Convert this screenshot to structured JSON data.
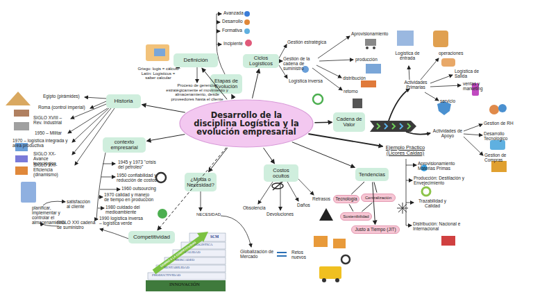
{
  "diagram": {
    "nodes": [
      {
        "text": [
          "Definición"
        ]
      },
      {
        "text": [
          "Etapas de Evolución"
        ]
      },
      {
        "text": [
          "Ciclos Logísticos"
        ]
      },
      {
        "text": [
          "Historia"
        ]
      },
      {
        "text": [
          "Desarrollo de la disciplina Logística y la evolución empresarial"
        ]
      },
      {
        "text": [
          "Cadena de Valor"
        ]
      },
      {
        "text": [
          "contexto empresarial"
        ]
      },
      {
        "text": [
          "Ejemplo Práctico (Licores Caldas)"
        ]
      },
      {
        "text": [
          "¿Moda o Necesidad?"
        ]
      },
      {
        "text": [
          "Costos ocultos"
        ]
      },
      {
        "text": [
          "Tendencias"
        ]
      },
      {
        "text": [
          "Tecnología"
        ]
      },
      {
        "text": [
          "Centralización"
        ]
      },
      {
        "text": [
          "Sostenibilidad"
        ]
      },
      {
        "text": [
          "Justo a Tiempo (JIT)"
        ]
      },
      {
        "text": [
          "Competitividad"
        ]
      }
    ],
    "edges": [
      {
        "from": 4,
        "to": 0,
        "arrow": "to"
      },
      {
        "from": 4,
        "to": 1,
        "arrow": "to"
      },
      {
        "from": 4,
        "to": 2,
        "arrow": "to"
      },
      {
        "from": 4,
        "to": 3,
        "arrow": "to"
      },
      {
        "from": 4,
        "to": 5,
        "arrow": "to"
      },
      {
        "from": 4,
        "to": 6,
        "arrow": "to"
      },
      {
        "from": 4,
        "to": 7,
        "arrow": "to"
      },
      {
        "from": 4,
        "to": 8,
        "arrow": "to"
      },
      {
        "from": 4,
        "to": 9,
        "arrow": "to"
      },
      {
        "from": 4,
        "to": 10,
        "arrow": "to"
      },
      {
        "from": 4,
        "to": 15,
        "arrow": "to"
      },
      {
        "from": 10,
        "to": 11,
        "arrow": "none"
      },
      {
        "from": 10,
        "to": 12,
        "arrow": "none"
      },
      {
        "from": 11,
        "to": 13,
        "arrow": "none"
      },
      {
        "from": 12,
        "to": 13,
        "arrow": "none"
      },
      {
        "from": 10,
        "to": 14,
        "arrow": "to"
      }
    ],
    "labels": [
      "Avanzada",
      "Desarrollo",
      "Formativa",
      "Incipiente",
      "Griego: logis = cálculo Latín: Logisticus = saber calcular",
      "Proceso de gerenciar estratégicamente el movimiento y almacenamiento, desde proveedores hasta el cliente",
      "Gestión estratégica",
      "Gestión de la cadena de suministro",
      "Logística inversa",
      "Aprovisionamiento",
      "producción",
      "distribución",
      "retorno",
      "Logística de entrada",
      "operaciones",
      "Actividades Primarias",
      "Logística de Salida",
      "ventas y marketing",
      "servicio",
      "Actividades de Apoyo",
      "Gestion de RH",
      "Desarrollo Tecnológico",
      "Gestion de Compras",
      "Aprovisionamiento Materias Primas",
      "Producción: Destilación y Envejecimiento",
      "Trazabilidad y Calidad",
      "Distribución: Nacional e Internacional",
      "Egipto (pirámides)",
      "Roma (control imperial)",
      "SIGLO XVIII – Rev. Industrial",
      "1950 – Militar",
      "1970 – logística integrada y area productiva",
      "SIGLO XX- Avance tecnológico",
      "SIGLO XXI- Eficiencia (dinamismo)",
      "1945 y 1973 \"crisis del petroleo\"",
      "1950 confiabilidad y reducción de costos",
      "1960 outsourcing",
      "1970 calidad y manejo de tiempo en producción",
      "1980 cuidado del medioambiente",
      "1990 logística inversa – logística verde",
      "satisfacción al cliente",
      "planificar, implementar y controlar el almacenamiento",
      "SIGLO XXI cadena de suministro",
      "NECESIDAD",
      "Globalización de Mercado",
      "Retos nuevos",
      "Obsolencia",
      "Devoluciones",
      "Daños",
      "Retrasos",
      "SCM",
      "LOGISTICA",
      "CALIDAD",
      "MERCADEO",
      "RENTABILIDAD",
      "PRODUCTIVIDAD",
      "INNOVACIÓN",
      "CAMINO A LA COMPETITIVIDAD"
    ]
  }
}
